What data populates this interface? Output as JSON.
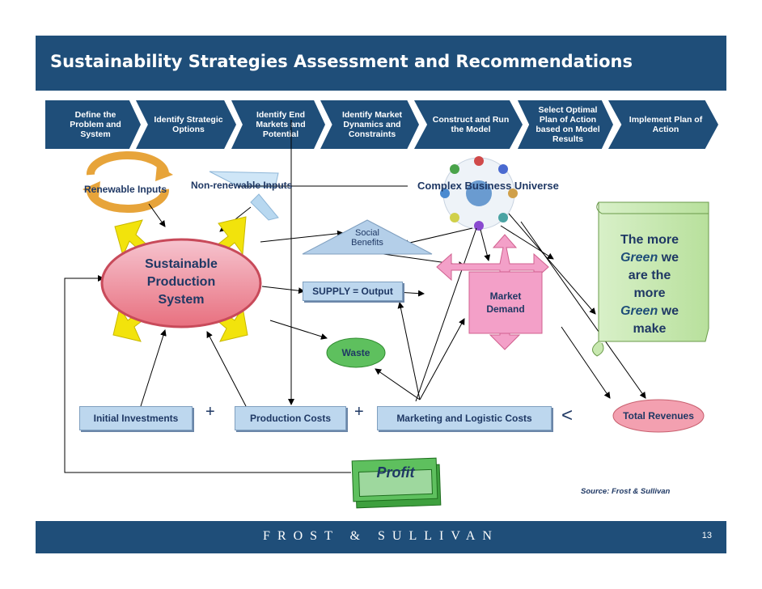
{
  "title": "Sustainability Strategies Assessment and Recommendations",
  "steps": [
    "Define the Problem and System",
    "Identify Strategic Options",
    "Identify End Markets and Potential",
    "Identify Market Dynamics and Constraints",
    "Construct and Run the Model",
    "Select Optimal Plan of Action based on Model Results",
    "Implement Plan of Action"
  ],
  "labels": {
    "renewable_inputs": "Renewable Inputs",
    "nonrenewable_inputs": "Non-renewable Inputs",
    "complex_universe": "Complex Business Universe",
    "social_benefits_1": "Social",
    "social_benefits_2": "Benefits",
    "sustainable_1": "Sustainable",
    "sustainable_2": "Production",
    "sustainable_3": "System",
    "supply": "SUPPLY = Output",
    "market_1": "Market",
    "market_2": "Demand",
    "waste": "Waste",
    "initial_investments": "Initial Investments",
    "plus1": "+",
    "production_costs": "Production Costs",
    "plus2": "+",
    "marketing_costs": "Marketing and Logistic Costs",
    "less_than": "<",
    "total_revenues": "Total Revenues",
    "profit": "Profit",
    "source": "Source: Frost & Sullivan"
  },
  "scroll": {
    "l1": "The more",
    "l2a": "Green",
    "l2b": " we",
    "l3": "are the",
    "l4": "more",
    "l5a": "Green",
    "l5b": " we",
    "l6": "make"
  },
  "footer": {
    "brand": "FROST & SULLIVAN",
    "page": "13"
  }
}
